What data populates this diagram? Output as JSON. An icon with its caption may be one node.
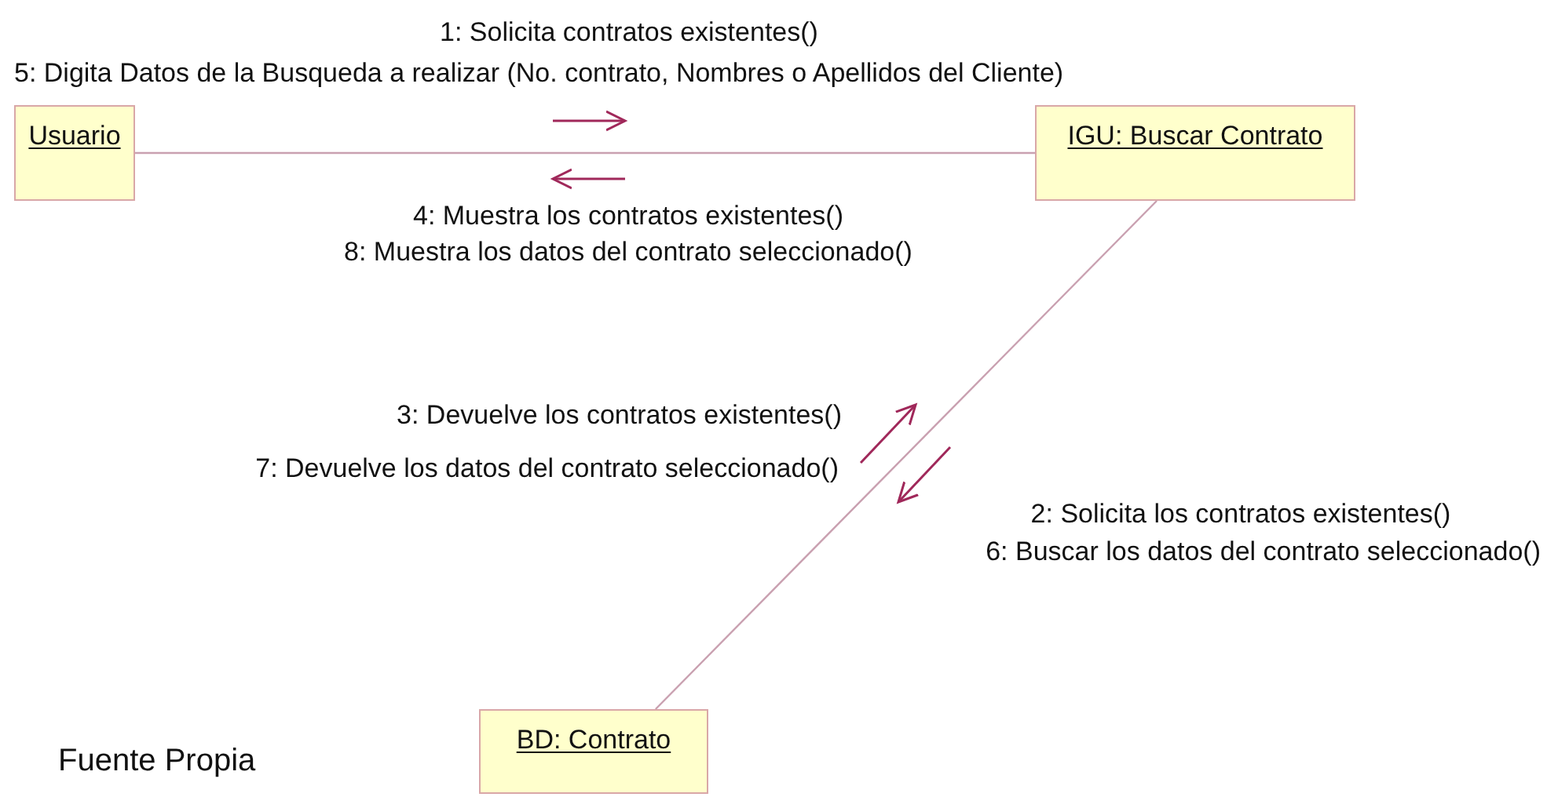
{
  "diagram": {
    "caption": "Fuente Propia",
    "nodes": [
      {
        "text": [
          "Usuario"
        ]
      },
      {
        "text": [
          "IGU: Buscar Contrato"
        ]
      },
      {
        "text": [
          "BD: Contrato"
        ]
      }
    ],
    "edges": [
      {
        "from": 0,
        "to": 1,
        "arrow": "none"
      },
      {
        "from": 1,
        "to": 2,
        "arrow": "none"
      }
    ],
    "labels": [
      "1: Solicita contratos existentes()",
      "5: Digita Datos de la Busqueda a realizar (No. contrato, Nombres o Apellidos del Cliente)",
      "4: Muestra los contratos existentes()",
      "8: Muestra los datos del contrato seleccionado()",
      "3: Devuelve los contratos existentes()",
      "7: Devuelve los datos del contrato seleccionado()",
      "2: Solicita los contratos existentes()",
      "6: Buscar los datos del contrato seleccionado()"
    ]
  }
}
